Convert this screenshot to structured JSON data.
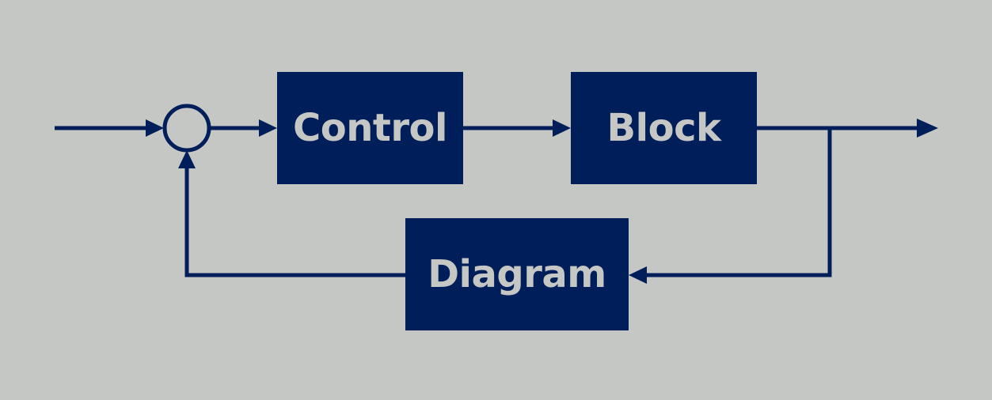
{
  "diagram": {
    "type": "feedback-control-loop",
    "colors": {
      "background": "#c5c7c4",
      "ink": "#001e5a",
      "label": "#c5c7c4"
    },
    "blocks": {
      "control": {
        "label": "Control"
      },
      "plant": {
        "label": "Block"
      },
      "feedback": {
        "label": "Diagram"
      }
    },
    "summing_junction": {
      "shape": "circle"
    },
    "connections": [
      {
        "from": "input",
        "to": "summing_junction"
      },
      {
        "from": "summing_junction",
        "to": "control"
      },
      {
        "from": "control",
        "to": "plant"
      },
      {
        "from": "plant",
        "to": "output"
      },
      {
        "from": "plant",
        "to": "feedback"
      },
      {
        "from": "feedback",
        "to": "summing_junction"
      }
    ]
  }
}
